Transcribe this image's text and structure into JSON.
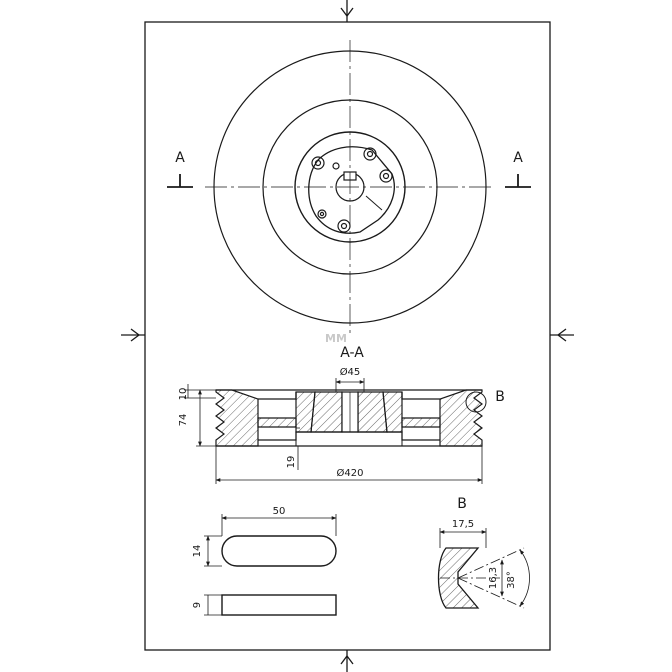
{
  "section_labels": {
    "cut_left": "A",
    "cut_right": "A",
    "section_title": "A-A",
    "detail_callout": "B",
    "detail_title": "B"
  },
  "watermark": "MM",
  "dimensions": {
    "bore": "Ø45",
    "outer_diameter": "Ø420",
    "groove_height": "10",
    "width": "74",
    "hub_offset": "19",
    "key_length": "50",
    "key_width": "14",
    "key_height": "9",
    "groove_top": "17,5",
    "groove_depth": "16,3",
    "groove_angle": "38°"
  },
  "colors": {
    "line": "#1a1a1a",
    "hatch": "#444444",
    "watermark": "#c9c9c9"
  }
}
